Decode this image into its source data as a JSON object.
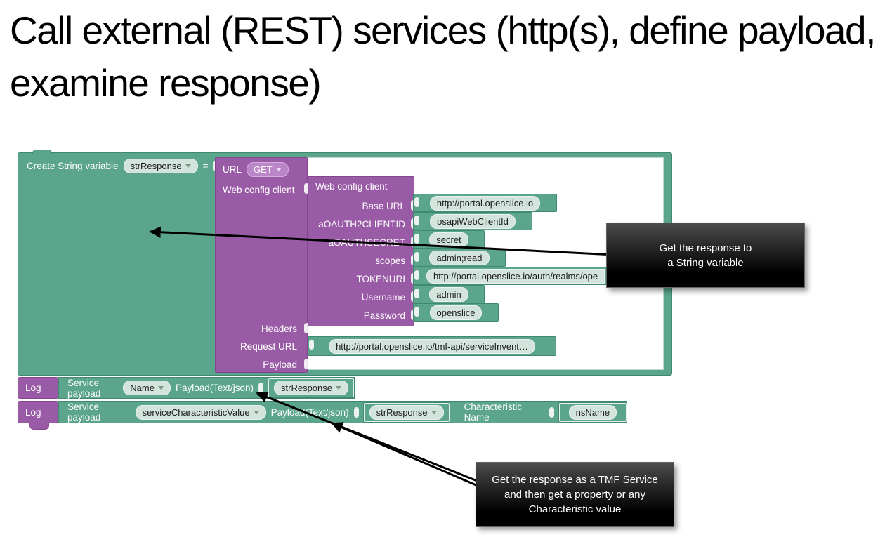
{
  "title": "Call external (REST) services (http(s), define payload, examine response)",
  "colors": {
    "block_teal": "#5ba58c",
    "block_purple": "#995ba5",
    "field_light": "#d3e4dc",
    "callout_bg": "#000000",
    "callout_text": "#ffffff"
  },
  "workspace": {
    "create_block": {
      "label": "Create String variable",
      "variable": "strResponse",
      "equals": "=",
      "url_block": {
        "label": "URL",
        "method": "GET",
        "client_socket_label": "Web config client",
        "headers_label": "Headers",
        "request_url_label": "Request URL",
        "request_url_value": "http://portal.openslice.io/tmf-api/serviceInvent…",
        "payload_label": "Payload"
      },
      "web_config_block": {
        "title": "Web config client",
        "fields": [
          {
            "label": "Base URL",
            "value": "http://portal.openslice.io"
          },
          {
            "label": "aOAUTH2CLIENTID",
            "value": "osapiWebClientId"
          },
          {
            "label": "aOAUTHSECRET",
            "value": "secret"
          },
          {
            "label": "scopes",
            "value": "admin;read"
          },
          {
            "label": "TOKENURI",
            "value": "http://portal.openslice.io/auth/realms/ope"
          },
          {
            "label": "Username",
            "value": "admin"
          },
          {
            "label": "Password",
            "value": "openslice"
          }
        ]
      }
    },
    "log_blocks": [
      {
        "label": "Log",
        "service_payload_label": "Service payload",
        "selector": "Name",
        "payload_label": "Payload(Text/json)",
        "variable": "strResponse"
      },
      {
        "label": "Log",
        "service_payload_label": "Service payload",
        "selector": "serviceCharacteristicValue",
        "payload_label": "Payload(Text/json)",
        "variable": "strResponse",
        "characteristic_label": "Characteristic Name",
        "characteristic_value": "nsName"
      }
    ]
  },
  "callouts": [
    {
      "text": "Get the response to\na String variable"
    },
    {
      "text": "Get the response as a TMF Service\nand then get a property or any\nCharacteristic value"
    }
  ]
}
